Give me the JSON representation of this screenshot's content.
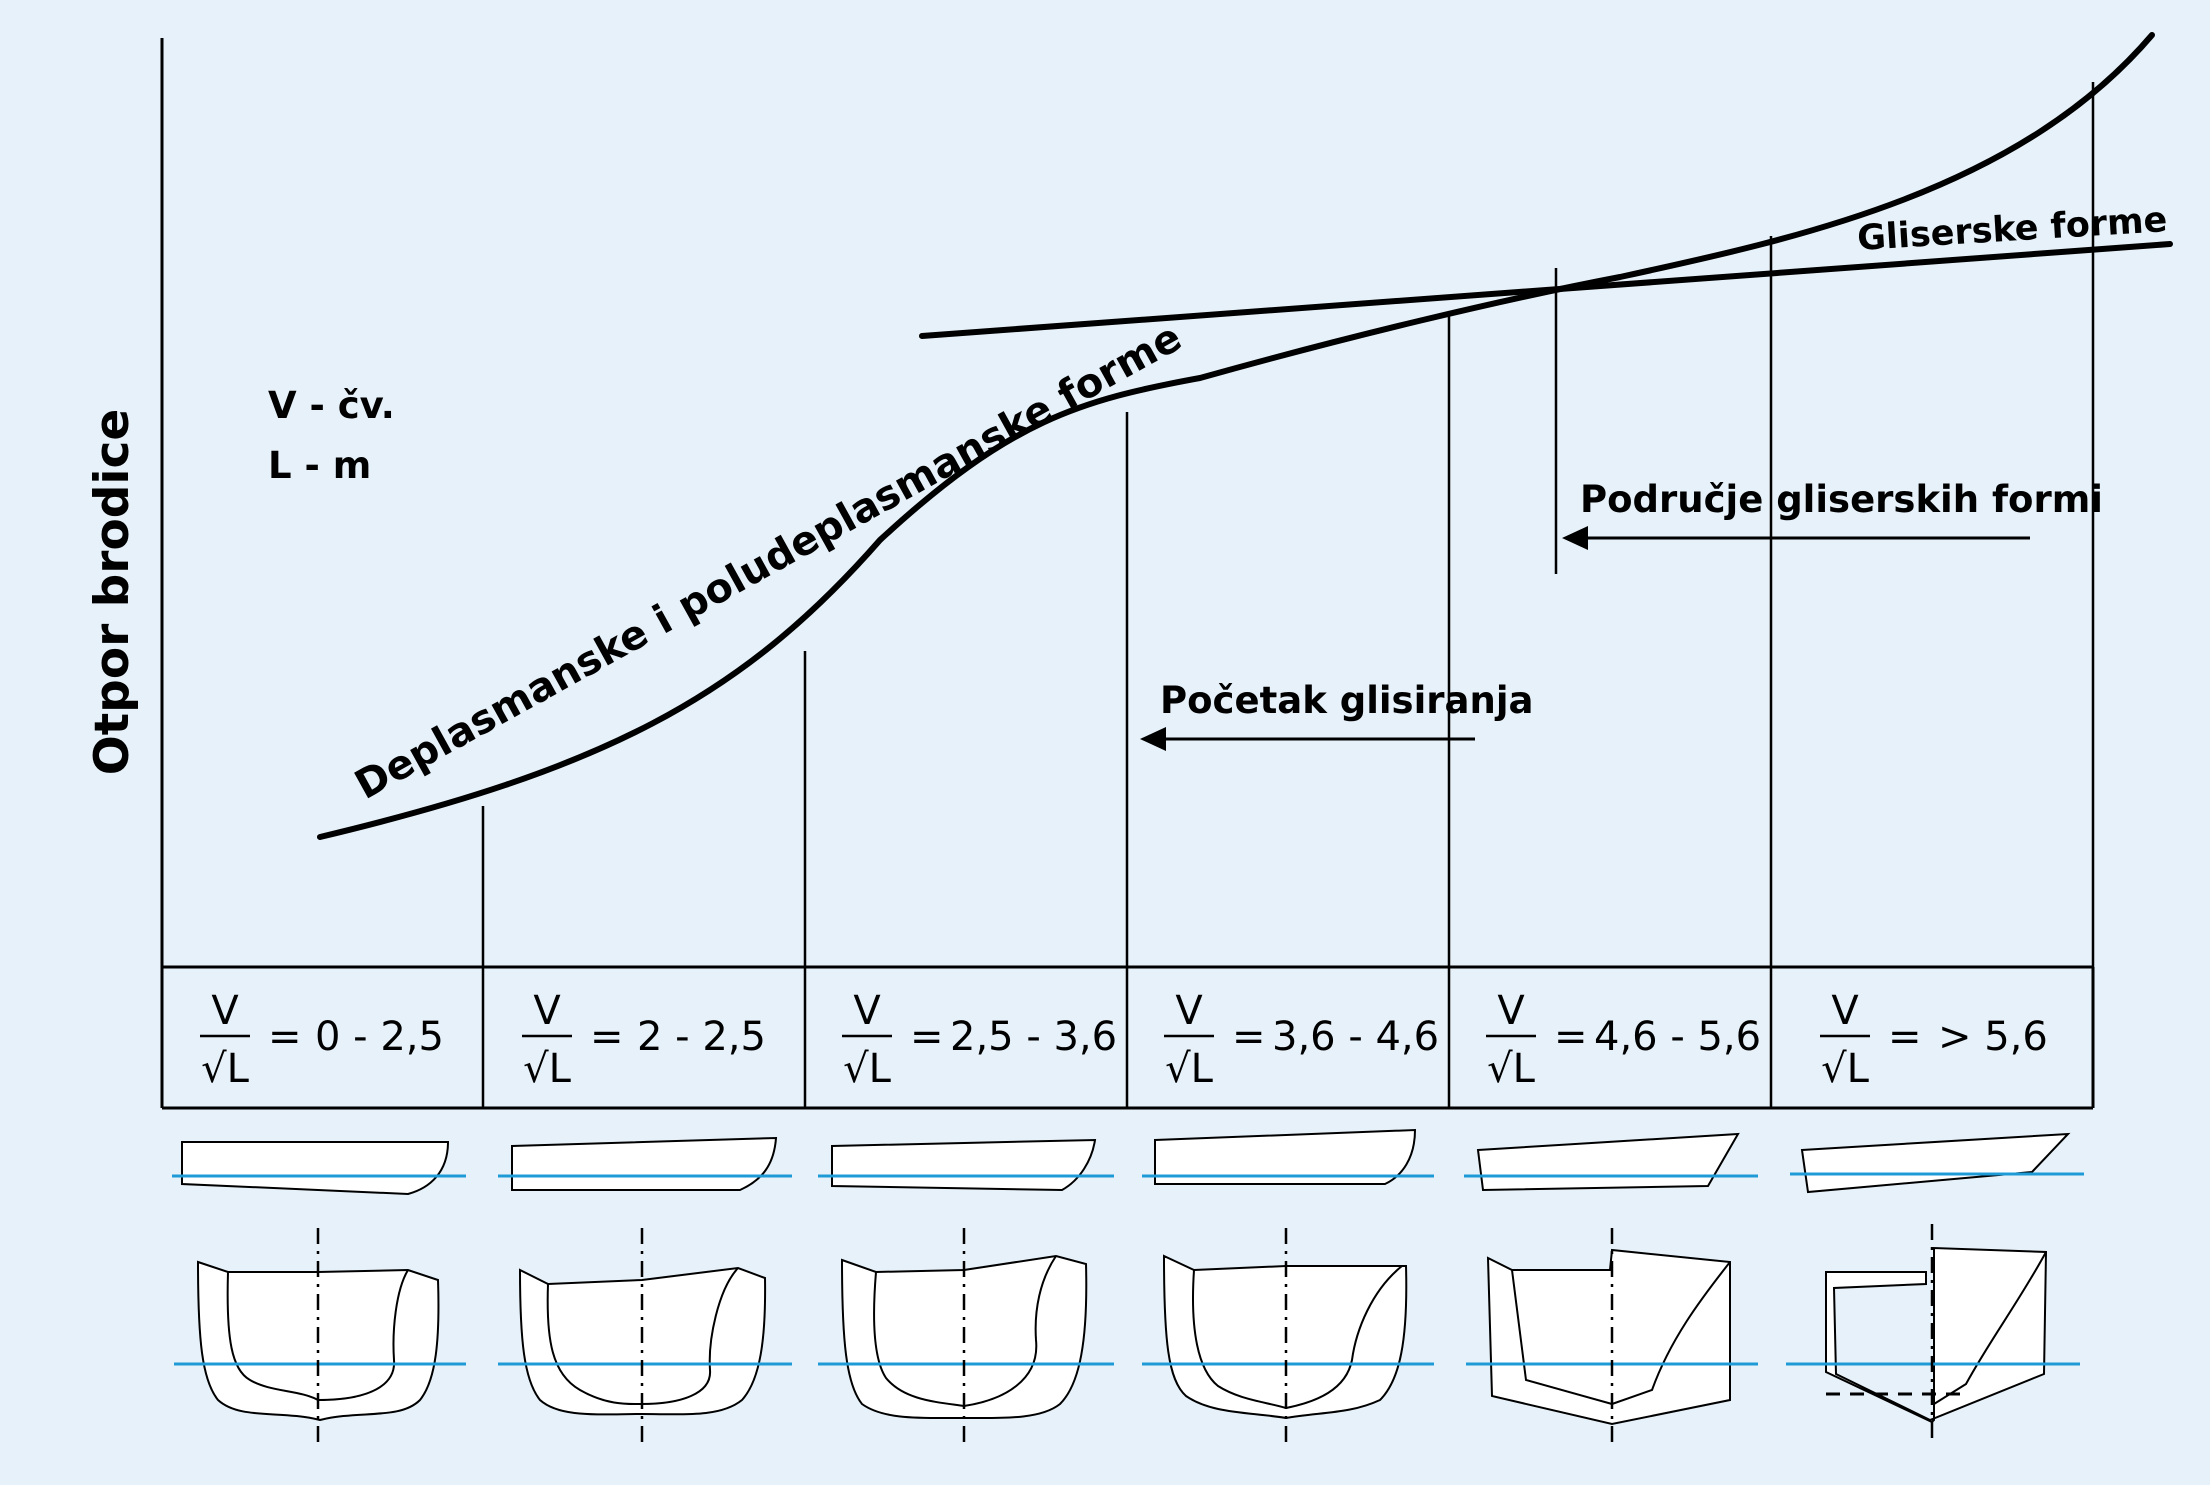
{
  "y_axis_label": "Otpor brodice",
  "legend_lines": [
    "V - čv.",
    "L - m"
  ],
  "curve_labels": {
    "main_curve": "Deplasmanske i poludeplasmanske forme",
    "planing_line": "Gliserske forme"
  },
  "annotations": {
    "planing_start": "Početak glisiranja",
    "planing_region": "Područje gliserskih formi"
  },
  "ratio_symbols": {
    "numerator": "V",
    "denominator": "√L",
    "equals": "="
  },
  "speed_ratio_ranges": [
    "0 - 2,5",
    "2 - 2,5",
    "2,5 - 3,6",
    "3,6 - 4,6",
    "4,6 - 5,6",
    "> 5,6"
  ],
  "colors": {
    "background": "#e6f1f9",
    "waterline": "#1e9bd7",
    "line": "#000000",
    "hull_fill": "#ffffff"
  }
}
